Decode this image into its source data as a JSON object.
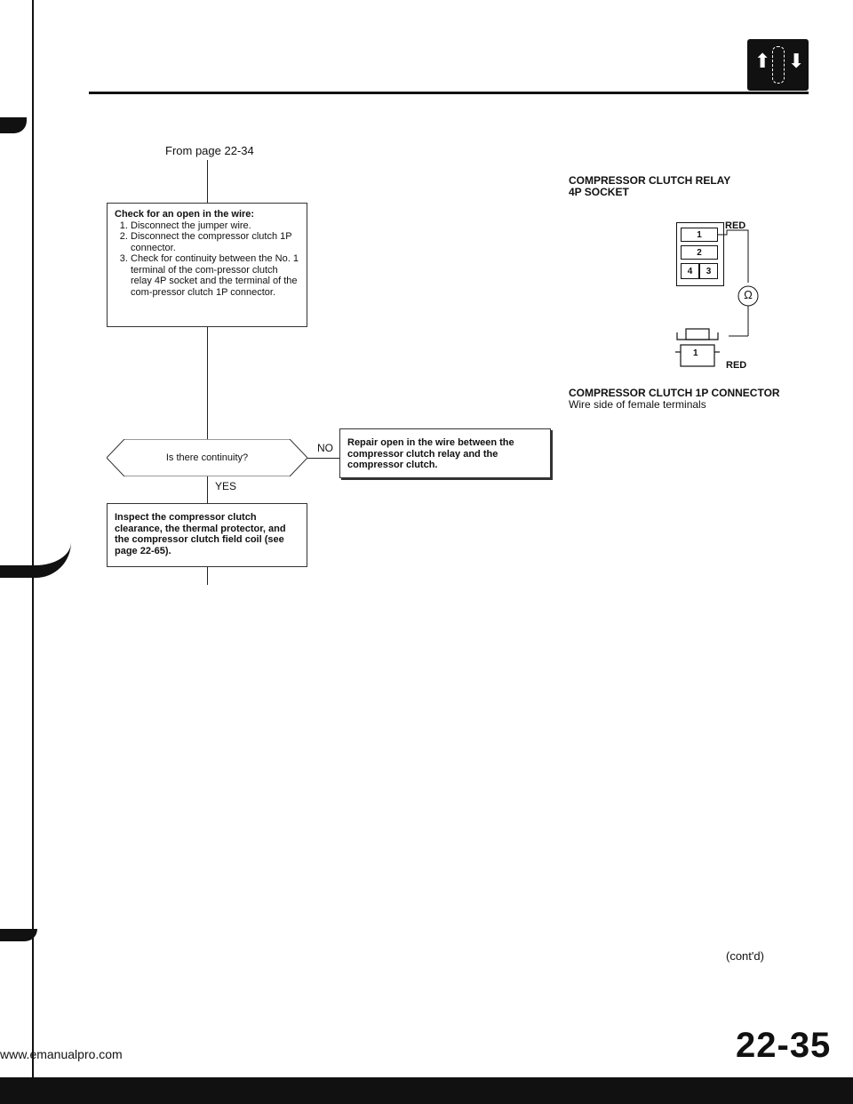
{
  "header": {
    "nav_prev_icon": "up-arrow-icon",
    "nav_thermo_icon": "thermometer-icon",
    "nav_next_icon": "down-arrow-icon"
  },
  "flow": {
    "from_text": "From page 22-34",
    "step1": {
      "title": "Check for an open in the wire:",
      "items": [
        "Disconnect the jumper wire.",
        "Disconnect the compressor clutch 1P connector.",
        "Check for continuity between the No. 1 terminal of the com-pressor clutch relay 4P socket and the terminal of the com-pressor clutch 1P connector."
      ]
    },
    "decision": "Is there continuity?",
    "no_label": "NO",
    "yes_label": "YES",
    "repair": "Repair open in the wire between the compressor clutch relay and the compressor clutch.",
    "inspect": "Inspect the compressor clutch clearance, the thermal protector, and the compressor clutch field coil (see page 22-65)."
  },
  "diagram": {
    "relay_title_1": "COMPRESSOR CLUTCH RELAY",
    "relay_title_2": "4P SOCKET",
    "socket_pins": [
      "1",
      "2",
      "4",
      "3"
    ],
    "wire_color_top": "RED",
    "wire_color_bottom": "RED",
    "meter_symbol": "Ω",
    "connector_pin": "1",
    "connector_title": "COMPRESSOR CLUTCH 1P CONNECTOR",
    "connector_sub": "Wire side of female terminals"
  },
  "footer": {
    "cont": "(cont'd)",
    "page_number": "22-35",
    "url": "www.emanualpro.com"
  }
}
